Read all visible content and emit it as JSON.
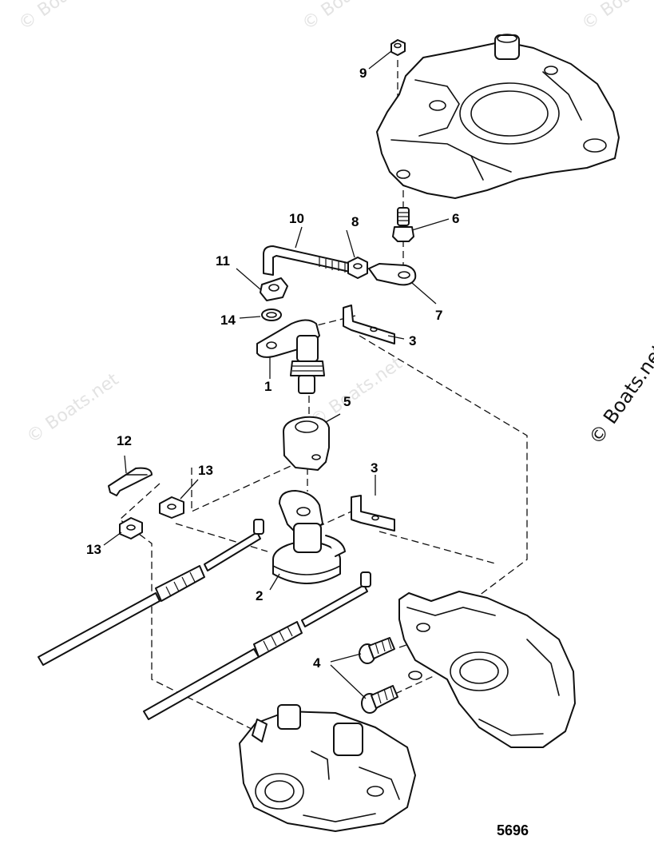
{
  "callouts": {
    "c1": "1",
    "c2": "2",
    "c3a": "3",
    "c3b": "3",
    "c4": "4",
    "c5": "5",
    "c6": "6",
    "c7": "7",
    "c8": "8",
    "c9": "9",
    "c10": "10",
    "c11": "11",
    "c12": "12",
    "c13a": "13",
    "c13b": "13",
    "c14": "14"
  },
  "figure_number": "5696",
  "watermark": "© Boats.net",
  "colors": {
    "line": "#111111",
    "background": "#ffffff",
    "watermark": "#e3e3e3"
  }
}
